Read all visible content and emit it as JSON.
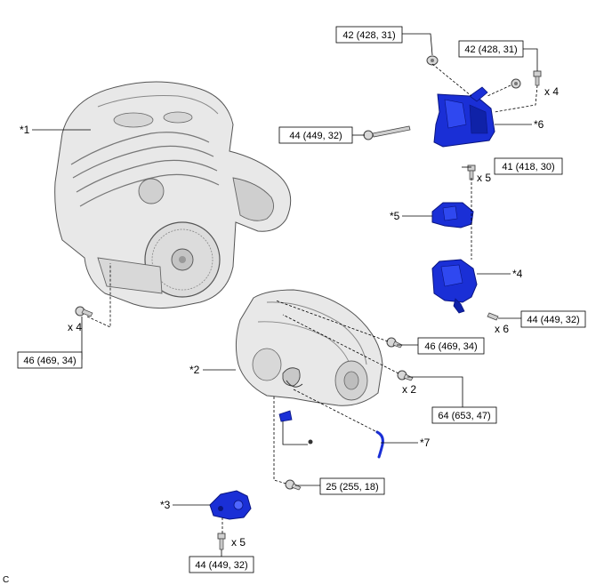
{
  "torque_labels": [
    "42 (428, 31)",
    "42 (428, 31)",
    "44 (449, 32)",
    "41 (418, 30)",
    "44 (449, 32)",
    "46 (469, 34)",
    "46 (469, 34)",
    "64 (653, 47)",
    "25 (255, 18)",
    "44 (449, 32)"
  ],
  "part_refs": [
    "*1",
    "*2",
    "*3",
    "*4",
    "*5",
    "*6",
    "*7"
  ],
  "quantities": [
    "x 4",
    "x 5",
    "x 4",
    "x 6",
    "x 2",
    "x 5"
  ],
  "corner_code": "C",
  "colors": {
    "mount_blue": "#1a2fd6",
    "mount_blue_dark": "#0a1580",
    "engine_grey": "#e6e6e6",
    "outline": "#555555",
    "line": "#000000"
  }
}
